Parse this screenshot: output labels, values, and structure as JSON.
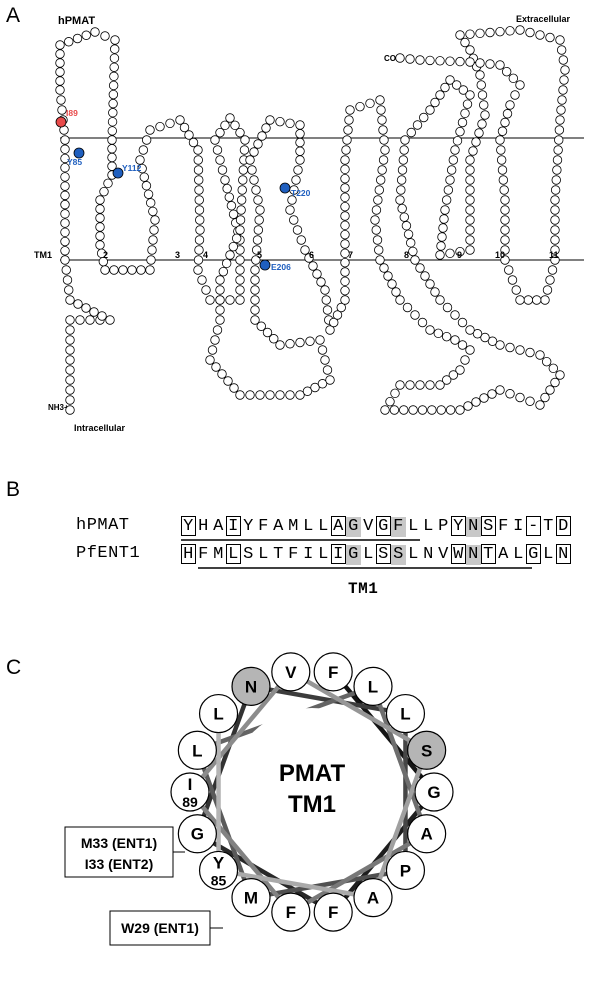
{
  "panel_a": {
    "letter": "A",
    "protein_label": "hPMAT",
    "extracellular_label": "Extracellular",
    "intracellular_label": "Intracellular",
    "c_terminus_label": "COO-",
    "n_terminus_label": "NH3+",
    "tm_label": "TM1",
    "tm_numbers": [
      "2",
      "3",
      "4",
      "5",
      "6",
      "7",
      "8",
      "9",
      "10",
      "11"
    ],
    "highlighted_residues": [
      {
        "label": "I89",
        "color": "#e84a4a"
      },
      {
        "label": "Y85",
        "color": "#1f5fbf"
      },
      {
        "label": "Y112",
        "color": "#1f5fbf"
      },
      {
        "label": "T220",
        "color": "#1f5fbf"
      },
      {
        "label": "E206",
        "color": "#1f5fbf"
      }
    ]
  },
  "panel_b": {
    "letter": "B",
    "row1_name": "hPMAT",
    "row1_seq": "YHAIYFAMLLAGVGFLLPYNSFI-TD",
    "row2_name": "PfENT1",
    "row2_seq": "HFMLSLTFILIGLSSLNVWNTALGLN",
    "boxed_positions": [
      0,
      3,
      10,
      13,
      18,
      20,
      23,
      25
    ],
    "shaded_positions": [
      11,
      14,
      19
    ],
    "region_label": "TM1"
  },
  "panel_c": {
    "letter": "C",
    "center_line1": "PMAT",
    "center_line2": "TM1",
    "residues": [
      {
        "aa": "F",
        "num": "",
        "shaded": false
      },
      {
        "aa": "L",
        "num": "",
        "shaded": false
      },
      {
        "aa": "L",
        "num": "",
        "shaded": false
      },
      {
        "aa": "S",
        "num": "",
        "shaded": true
      },
      {
        "aa": "G",
        "num": "",
        "shaded": false
      },
      {
        "aa": "A",
        "num": "",
        "shaded": false
      },
      {
        "aa": "P",
        "num": "",
        "shaded": false
      },
      {
        "aa": "A",
        "num": "",
        "shaded": false
      },
      {
        "aa": "F",
        "num": "",
        "shaded": false
      },
      {
        "aa": "F",
        "num": "",
        "shaded": false
      },
      {
        "aa": "M",
        "num": "",
        "shaded": false
      },
      {
        "aa": "Y",
        "num": "85",
        "shaded": false
      },
      {
        "aa": "G",
        "num": "",
        "shaded": false
      },
      {
        "aa": "I",
        "num": "89",
        "shaded": false
      },
      {
        "aa": "L",
        "num": "",
        "shaded": false
      },
      {
        "aa": "L",
        "num": "",
        "shaded": false
      },
      {
        "aa": "N",
        "num": "",
        "shaded": true
      },
      {
        "aa": "V",
        "num": "",
        "shaded": false
      }
    ],
    "callout1_line1": "M33 (ENT1)",
    "callout1_line2": "I33 (ENT2)",
    "callout2": "W29 (ENT1)"
  }
}
